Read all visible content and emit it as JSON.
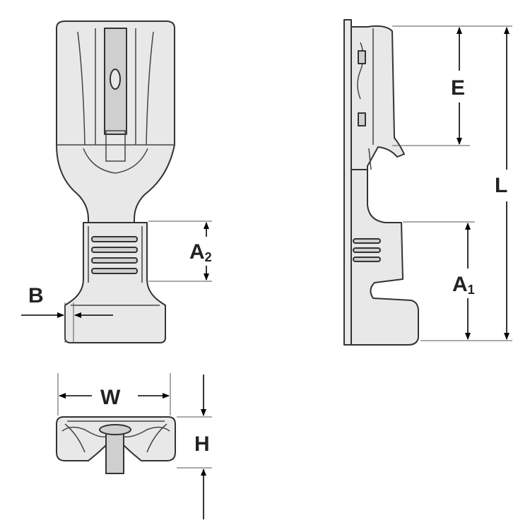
{
  "labels": {
    "E": "E",
    "L": "L",
    "A1_main": "A",
    "A1_sub": "1",
    "A2_main": "A",
    "A2_sub": "2",
    "B": "B",
    "W": "W",
    "H": "H"
  }
}
